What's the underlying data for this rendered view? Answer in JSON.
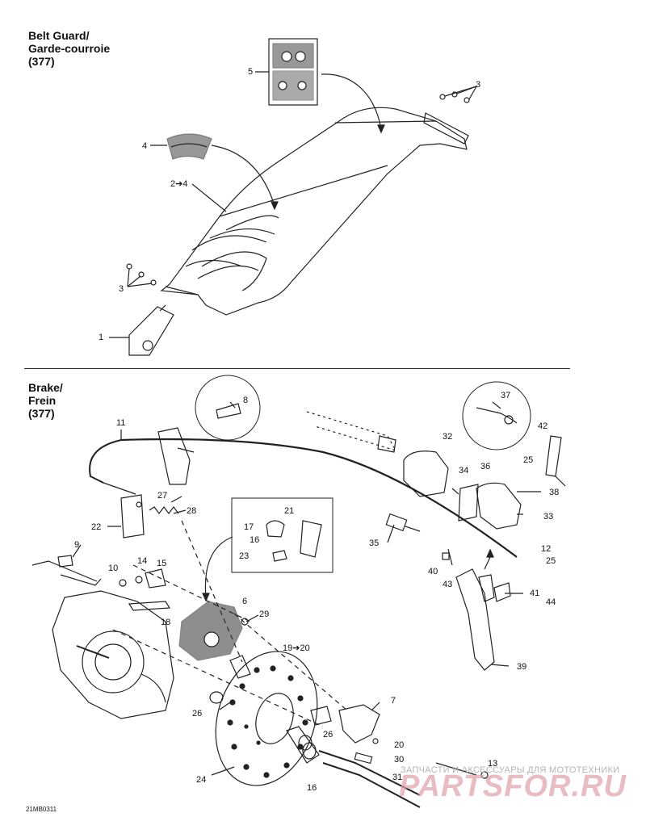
{
  "belt_guard": {
    "title_en": "Belt Guard/",
    "title_fr": "Garde-courroie",
    "ref": "(377)"
  },
  "brake": {
    "title_en": "Brake/",
    "title_fr": "Frein",
    "ref": "(377)"
  },
  "callouts_top": [
    "5",
    "3",
    "4",
    "2➔4",
    "3",
    "1"
  ],
  "callouts_bottom": [
    "8",
    "37",
    "11",
    "32",
    "42",
    "34",
    "36",
    "25",
    "27",
    "38",
    "28",
    "21",
    "33",
    "22",
    "17",
    "16",
    "35",
    "12",
    "23",
    "25",
    "9",
    "14",
    "15",
    "40",
    "10",
    "41",
    "43",
    "44",
    "6",
    "18",
    "29",
    "19➔20",
    "39",
    "7",
    "26",
    "20",
    "26",
    "30",
    "13",
    "31",
    "24",
    "16"
  ],
  "diagram_code": "21MB0311",
  "watermark": {
    "small": "ЗАПЧАСТИ И АКСЕССУАРЫ ДЛЯ МОТОТЕХНИКИ",
    "big": "PARTSFOR.RU"
  }
}
